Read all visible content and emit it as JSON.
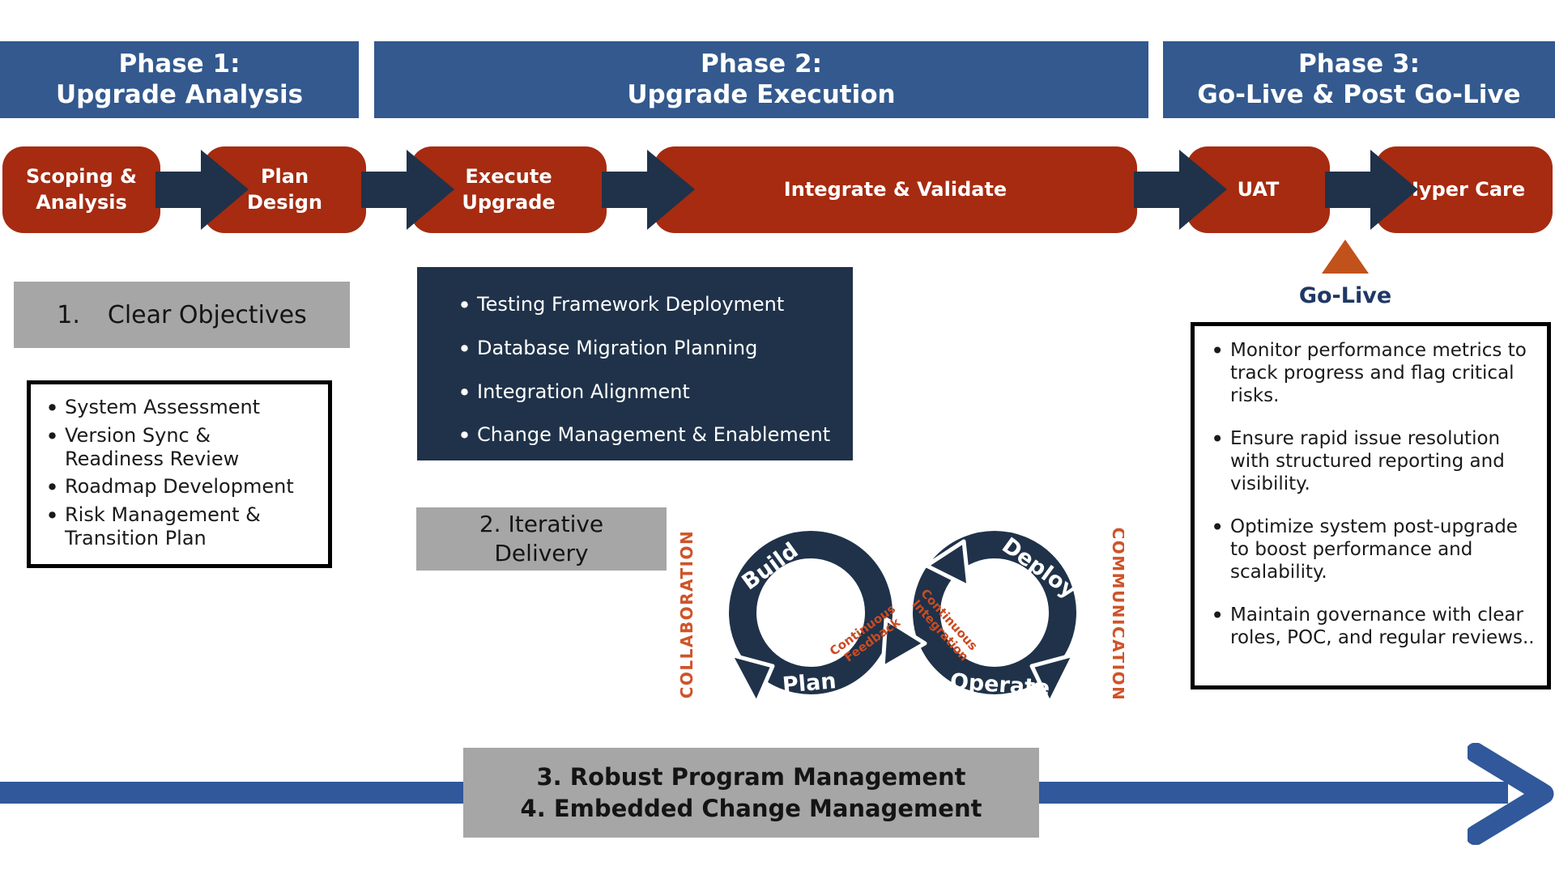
{
  "colors": {
    "header_blue": "#33598e",
    "step_red": "#a62b10",
    "navy": "#1f3249",
    "gray": "#a6a6a6",
    "orange": "#c2521c",
    "loop_text_orange": "#cf5328",
    "golive_text_navy": "#1f3864",
    "timeline_blue": "#30589a"
  },
  "phase_headers": [
    {
      "line1": "Phase 1:",
      "line2": "Upgrade Analysis"
    },
    {
      "line1": "Phase 2:",
      "line2": "Upgrade Execution"
    },
    {
      "line1": "Phase 3:",
      "line2": "Go-Live & Post Go-Live"
    }
  ],
  "steps": [
    {
      "lines": [
        "Scoping &",
        "Analysis"
      ]
    },
    {
      "lines": [
        "Plan",
        "Design"
      ]
    },
    {
      "lines": [
        "Execute",
        "Upgrade"
      ]
    },
    {
      "lines": [
        "Integrate & Validate"
      ]
    },
    {
      "lines": [
        "UAT"
      ]
    },
    {
      "lines": [
        "Hyper Care"
      ]
    }
  ],
  "phase1": {
    "objective_number": "1.",
    "objective_label": "Clear Objectives",
    "bullets": [
      "System Assessment",
      "Version Sync &  Readiness Review",
      "Roadmap Development",
      "Risk Management & Transition Plan"
    ]
  },
  "phase2": {
    "bullets": [
      "Testing Framework Deployment",
      "Database Migration Planning",
      "Integration Alignment",
      "Change Management & Enablement"
    ],
    "iterative_lines": [
      "2. Iterative",
      "Delivery"
    ]
  },
  "phase3": {
    "golive_label": "Go-Live",
    "bullets": [
      "Monitor performance metrics to track progress and flag critical risks.",
      "Ensure rapid issue resolution with structured reporting and visibility.",
      "Optimize system post-upgrade to boost performance and scalability.",
      "Maintain governance with clear roles, POC, and regular reviews.."
    ]
  },
  "loop": {
    "side_left": "COLLABORATION",
    "side_right": "COMMUNICATION",
    "build": "Build",
    "deploy": "Deploy",
    "plan": "Plan",
    "operate": "Operate",
    "center_left_line1": "Continuous",
    "center_left_line2": "Feedback",
    "center_right_line1": "Continuous",
    "center_right_line2": "Integration"
  },
  "footer": {
    "line1": "3. Robust Program Management",
    "line2": "4. Embedded Change Management"
  }
}
